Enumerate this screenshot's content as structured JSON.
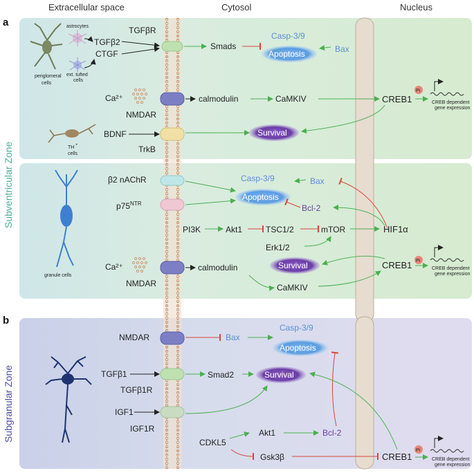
{
  "headers": {
    "extracellular": "Extracellular space",
    "cytosol": "Cytosol",
    "nucleus": "Nucleus"
  },
  "panels": {
    "a": "a",
    "b": "b"
  },
  "zones": {
    "subventricular": "Subventricular Zone",
    "subgranular": "Subgranular Zone"
  },
  "colors": {
    "activation": "#4caf50",
    "inhibition": "#d9463a",
    "sv_green": "#4fae98",
    "sg_purple": "#4b4fa0",
    "survival": "#7b4ab0",
    "apoptosis": "#6aa6e4"
  },
  "panel_a_top": {
    "cells": {
      "astrocytes": "astrocytes",
      "tufted": "ext. tufted\ncells",
      "periglomeral": "periglomeral\ncells",
      "th": "TH+\ncells"
    },
    "ligands": {
      "tgfb2": "TGFβ2",
      "ctgf": "CTGF",
      "ca": "Ca²⁺",
      "bdnf": "BDNF"
    },
    "receptors": {
      "tgfbr": "TGFβR",
      "nmdar": "NMDAR",
      "trkb": "TrkB"
    },
    "cytosol": {
      "smads": "Smads",
      "casp": "Casp-3/9",
      "apoptosis": "Apoptosis",
      "bax": "Bax",
      "calmodulin": "calmodulin",
      "camkiv": "CaMKIV",
      "survival": "Survival"
    },
    "nucleus": {
      "creb1": "CREB1",
      "pi": "Pi",
      "gene1": "CREB dependent",
      "gene2": "gene expression"
    }
  },
  "panel_a_bottom": {
    "cells": {
      "granule": "granule cells"
    },
    "receptors": {
      "nachr": "β2 nAChR",
      "p75": "p75",
      "p75sup": "NTR",
      "nmdar": "NMDAR"
    },
    "ligands": {
      "ca": "Ca²⁺"
    },
    "cytosol": {
      "casp": "Casp-3/9",
      "bax": "Bax",
      "apoptosis": "Apoptosis",
      "bcl2": "Bcl-2",
      "pi3k": "PI3K",
      "akt1": "Akt1",
      "tsc": "TSC1/2",
      "mtor": "mTOR",
      "erk": "Erk1/2",
      "hif": "HIF1α",
      "survival": "Survival",
      "calmodulin": "calmodulin",
      "camkiv": "CaMKIV"
    },
    "nucleus": {
      "creb1": "CREB1",
      "pi": "Pi",
      "gene1": "CREB dependent",
      "gene2": "gene expression"
    }
  },
  "panel_b": {
    "receptors": {
      "nmdar": "NMDAR",
      "tgfb1r": "TGFβ1R",
      "igf1r": "IGF1R"
    },
    "ligands": {
      "tgfb1": "TGFβ1",
      "igf1": "IGF1"
    },
    "cytosol": {
      "bax": "Bax",
      "casp": "Casp-3/9",
      "apoptosis": "Apoptosis",
      "smad2": "Smad2",
      "survival": "Survival",
      "cdkl5": "CDKL5",
      "akt1": "Akt1",
      "bcl2": "Bcl-2",
      "gsk": "Gsk3β"
    },
    "nucleus": {
      "creb1": "CREB1",
      "pi": "Pi",
      "gene1": "CREB dependent",
      "gene2": "gene expression"
    }
  }
}
